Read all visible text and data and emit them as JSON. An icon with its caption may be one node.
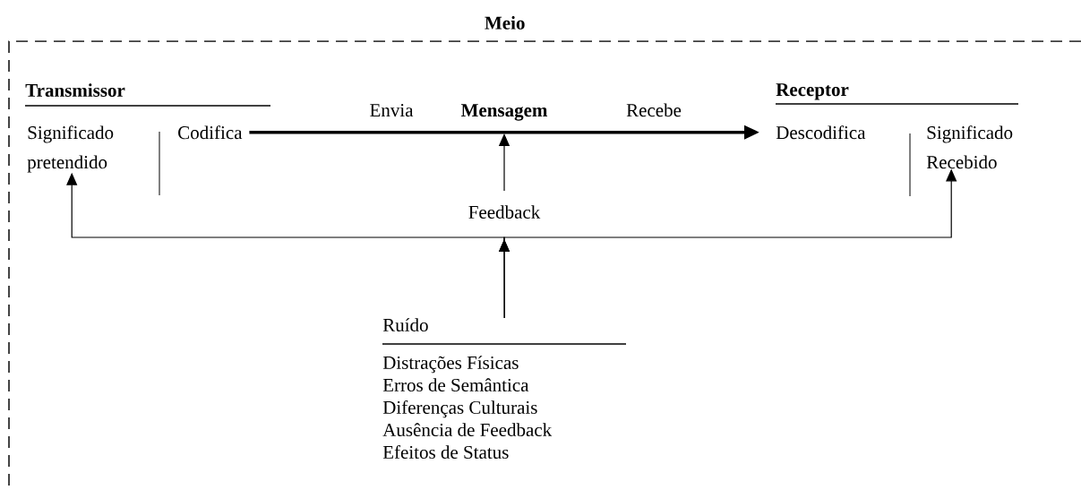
{
  "diagram": {
    "nodes": [
      {
        "text": [
          "Meio"
        ]
      },
      {
        "text": [
          "Transmissor"
        ],
        "in": 0
      },
      {
        "text": [
          "Significado pretendido"
        ],
        "in": 0
      },
      {
        "text": [
          "Codifica"
        ],
        "in": 0
      },
      {
        "text": [
          "Receptor"
        ],
        "in": 0
      },
      {
        "text": [
          "Descodifica"
        ],
        "in": 0
      },
      {
        "text": [
          "Significado Recebido"
        ],
        "in": 0
      },
      {
        "text": [
          "Feedback"
        ],
        "in": 0
      },
      {
        "text": [
          "Ruído",
          "Distrações Físicas",
          "Erros de Semântica",
          "Diferenças Culturais",
          "Ausência de Feedback",
          "Efeitos de Status"
        ],
        "in": 0
      }
    ],
    "edges": [
      {
        "from": 3,
        "to": 5,
        "arrow": "to",
        "style": "thick"
      },
      {
        "from": 7,
        "to": null,
        "arrow": "to"
      },
      {
        "from": 8,
        "to": 2,
        "arrow": "to"
      },
      {
        "from": 8,
        "to": 6,
        "arrow": "to"
      }
    ],
    "labels": [
      "Envia",
      "Mensagem",
      "Recebe"
    ]
  }
}
